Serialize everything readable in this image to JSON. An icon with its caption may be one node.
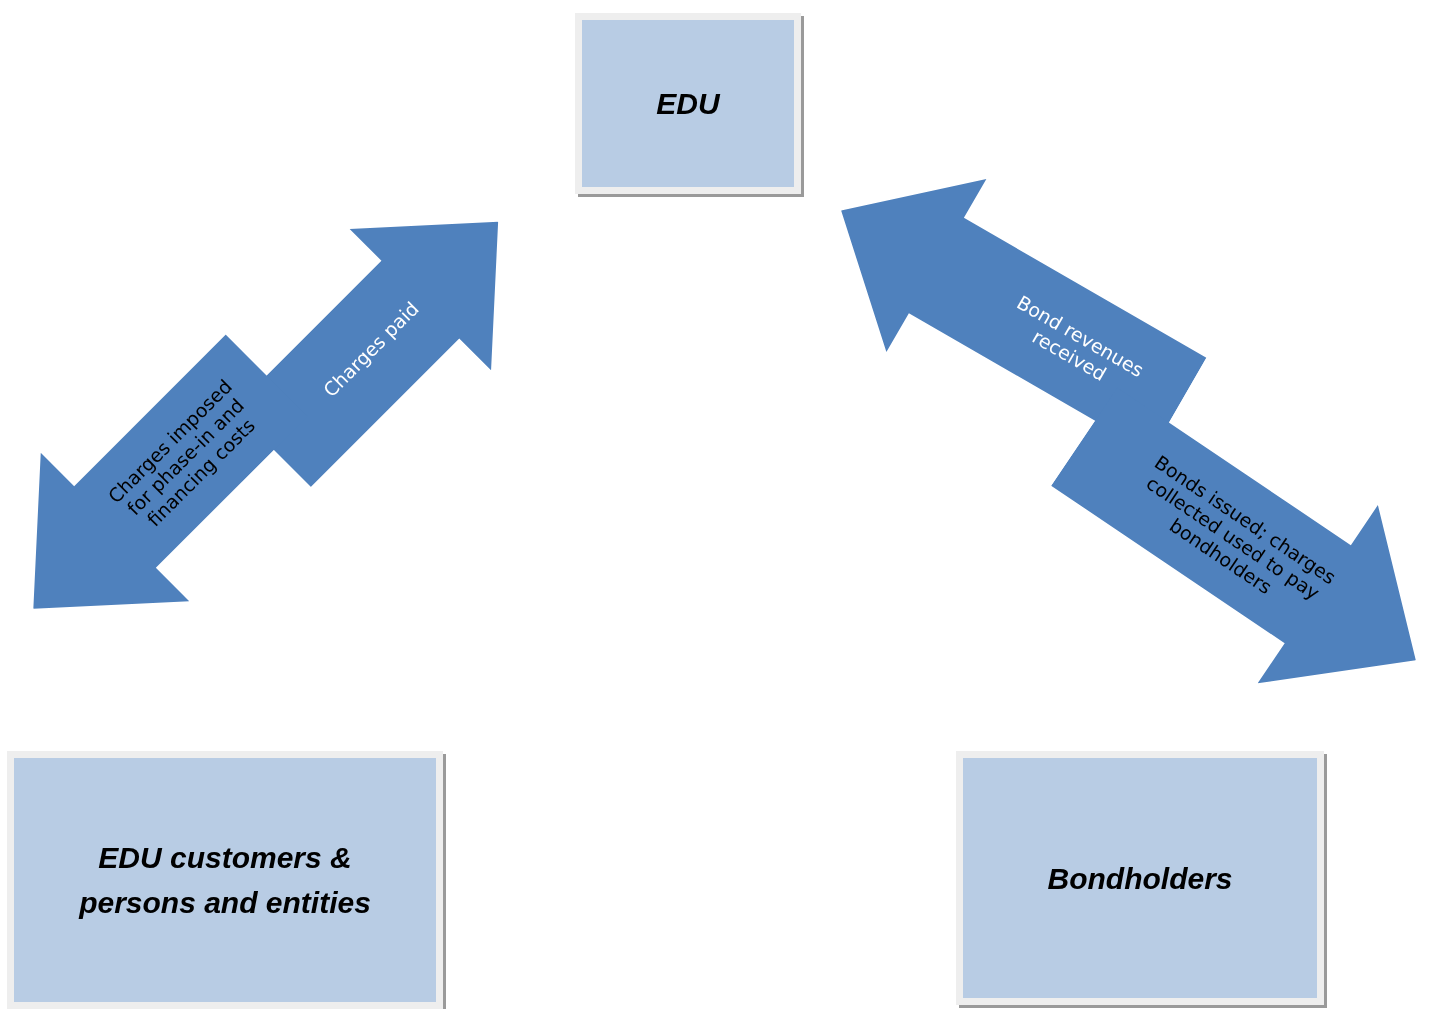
{
  "diagram": {
    "nodes": [
      {
        "text": [
          "EDU"
        ]
      },
      {
        "text": [
          "Charges paid",
          "Charges imposed for phase-in and financing costs"
        ]
      },
      {
        "text": [
          "Bond revenues received",
          "Bonds issued; charges collected used to pay bondholders"
        ]
      },
      {
        "text": [
          "EDU customers & persons and entities"
        ]
      },
      {
        "text": [
          "Bondholders"
        ]
      }
    ]
  }
}
